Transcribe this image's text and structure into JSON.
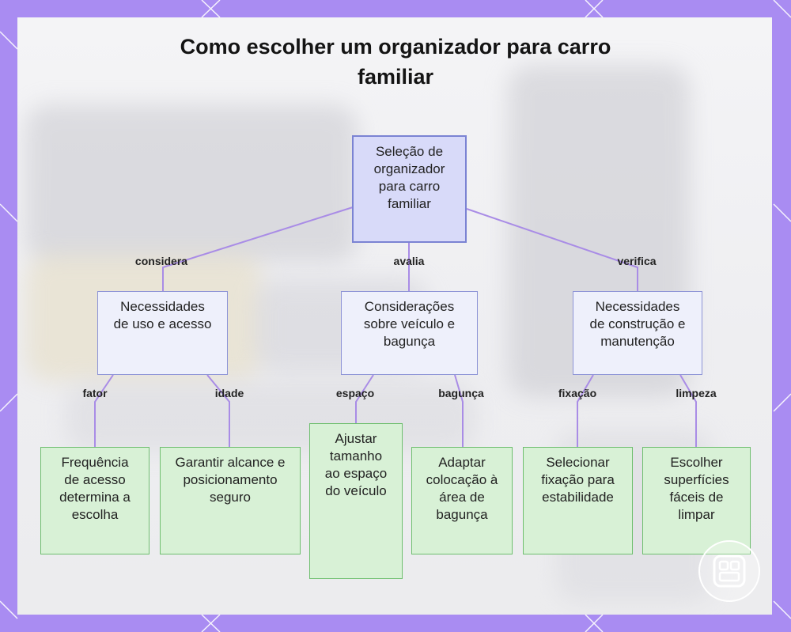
{
  "title": "Como escolher um organizador para carro familiar",
  "colors": {
    "frame": "#a98cf2",
    "root_fill": "#d8daf9",
    "root_border": "#7b83d3",
    "mid_fill": "#eef0fb",
    "mid_border": "#8d94d6",
    "leaf_fill": "#d8f1d6",
    "leaf_border": "#6fbf6f",
    "edge": "#a98ce6"
  },
  "root": {
    "label": "Seleção de organizador para carro familiar"
  },
  "branches": [
    {
      "edge": "considera",
      "label": "Necessidades de uso e acesso",
      "children": [
        {
          "edge": "fator",
          "label": "Frequência de acesso determina a escolha"
        },
        {
          "edge": "idade",
          "label": "Garantir alcance e posicionamento seguro"
        }
      ]
    },
    {
      "edge": "avalia",
      "label": "Considerações sobre veículo e bagunça",
      "children": [
        {
          "edge": "espaço",
          "label": "Ajustar tamanho ao espaço do veículo"
        },
        {
          "edge": "bagunça",
          "label": "Adaptar colocação à área de bagunça"
        }
      ]
    },
    {
      "edge": "verifica",
      "label": "Necessidades de construção e manutenção",
      "children": [
        {
          "edge": "fixação",
          "label": "Selecionar fixação para estabilidade"
        },
        {
          "edge": "limpeza",
          "label": "Escolher superfícies fáceis de limpar"
        }
      ]
    }
  ],
  "icons": {
    "badge": "grid-logo-icon"
  }
}
